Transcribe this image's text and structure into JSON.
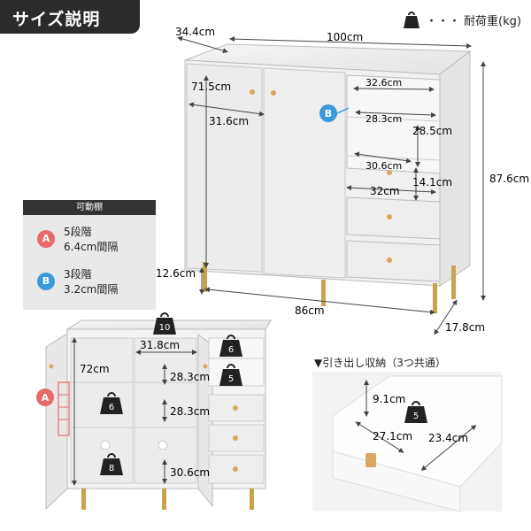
{
  "header": {
    "title": "サイズ説明"
  },
  "legend": {
    "dots": "・・・",
    "label": "耐荷重(kg)"
  },
  "top_dimensions": {
    "depth": "34.4cm",
    "width": "100cm",
    "height": "87.6cm",
    "door_height": "71.5cm",
    "door_width": "31.6cm",
    "open_width": "32.6cm",
    "gap_b": "28.3cm",
    "open_height": "28.5cm",
    "drawer_inner_w": "30.6cm",
    "drawer_w": "32cm",
    "drawer_h": "14.1cm",
    "leg_height": "12.6cm",
    "base_width": "86cm",
    "base_depth": "17.8cm"
  },
  "marker_b": "B",
  "adjustable_panel": {
    "header": "可動棚",
    "a_letter": "A",
    "a_line1": "5段階",
    "a_line2": "6.4cm間隔",
    "b_letter": "B",
    "b_line1": "3段階",
    "b_line2": "3.2cm間隔"
  },
  "bottom_dimensions": {
    "inner_width": "31.8cm",
    "inner_height": "72cm",
    "shelf_gap_1": "28.3cm",
    "shelf_gap_2": "28.3cm",
    "drawer_gap": "30.6cm"
  },
  "marker_a": "A",
  "loads": {
    "top": "10",
    "upper_right": "6",
    "mid_right": "5",
    "left_shelf": "6",
    "left_bottom": "8",
    "drawer": "5"
  },
  "drawer_detail": {
    "caption": "▼引き出し収納（3つ共通）",
    "depth": "9.1cm",
    "width": "27.1cm",
    "length": "23.4cm"
  }
}
